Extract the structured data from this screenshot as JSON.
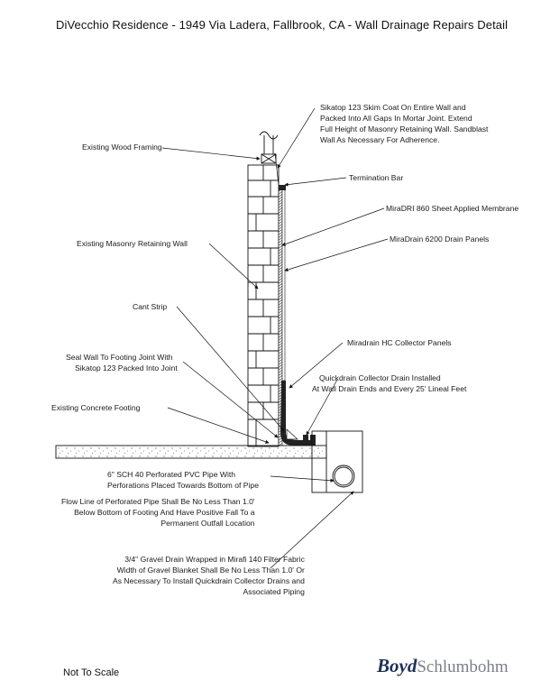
{
  "title": "DiVecchio Residence - 1949 Via Ladera, Fallbrook, CA - Wall Drainage Repairs Detail",
  "callouts": {
    "sikatop_skim": [
      "Sikatop 123 Skim Coat On Entire Wall and",
      "Packed Into All Gaps In Mortar Joint.  Extend",
      "Full Height of Masonry Retaining Wall.  Sandblast",
      "Wall As Necessary For Adherence."
    ],
    "wood_framing": "Existing Wood Framing",
    "termination_bar": "Termination Bar",
    "miradri": "MiraDRI 860 Sheet Applied Membrane",
    "masonry_wall": "Existing Masonry Retaining Wall",
    "miradrain": "MiraDrain 6200 Drain Panels",
    "cant_strip": "Cant Strip",
    "hc_collector": "Miradrain HC Collector Panels",
    "seal_wall": [
      "Seal Wall To Footing Joint With",
      "Sikatop 123 Packed Into Joint"
    ],
    "quickdrain": [
      "Quickdrain Collector Drain Installed",
      "At Wall Drain Ends and Every 25' Lineal Feet"
    ],
    "concrete_footing": "Existing Concrete Footing",
    "pvc_pipe": [
      "6\" SCH 40 Perforated PVC Pipe With",
      "Perforations Placed Towards Bottom of Pipe"
    ],
    "flow_line": [
      "Flow Line of Perforated Pipe Shall Be No Less Than 1.0'",
      "Below Bottom of Footing And Have Positive Fall To a",
      "Permanent Outfall Location"
    ],
    "gravel": [
      "3/4\" Gravel Drain Wrapped in Mirafi 140 Filter Fabric",
      "Width of Gravel Blanket Shall Be No Less Than 1.0' Or",
      "As Necessary To Install Quickdrain Collector Drains and",
      "Associated Piping"
    ]
  },
  "footer": {
    "scale": "Not To Scale",
    "logo_primary": "Boyd",
    "logo_secondary": "Schlumbohm"
  }
}
